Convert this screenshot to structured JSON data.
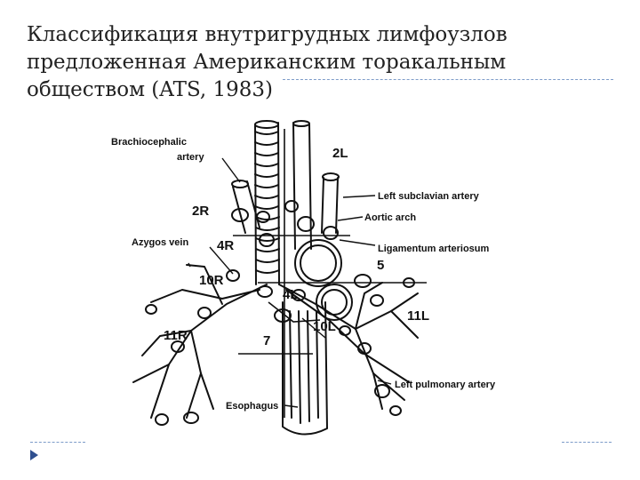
{
  "slide": {
    "title_lines": [
      "Классификация внутригрудных лимфоузлов",
      "предложенная Американским торакальным",
      "обществом (ATS, 1983)"
    ]
  },
  "figure": {
    "labels": {
      "brachiocephalic_1": "Brachiocephalic",
      "brachiocephalic_2": "artery",
      "left_subclavian": "Left subclavian artery",
      "aortic_arch": "Aortic arch",
      "azygos": "Azygos vein",
      "ligamentum": "Ligamentum arteriosum",
      "left_pulmonary": "Left pulmonary artery",
      "esophagus": "Esophagus"
    },
    "stations": {
      "s2L": "2L",
      "s2R": "2R",
      "s4R": "4R",
      "s5": "5",
      "s10R": "10R",
      "s4L": "4L",
      "s11L": "11L",
      "s11R": "11R",
      "s10L": "10L",
      "s7": "7"
    }
  }
}
